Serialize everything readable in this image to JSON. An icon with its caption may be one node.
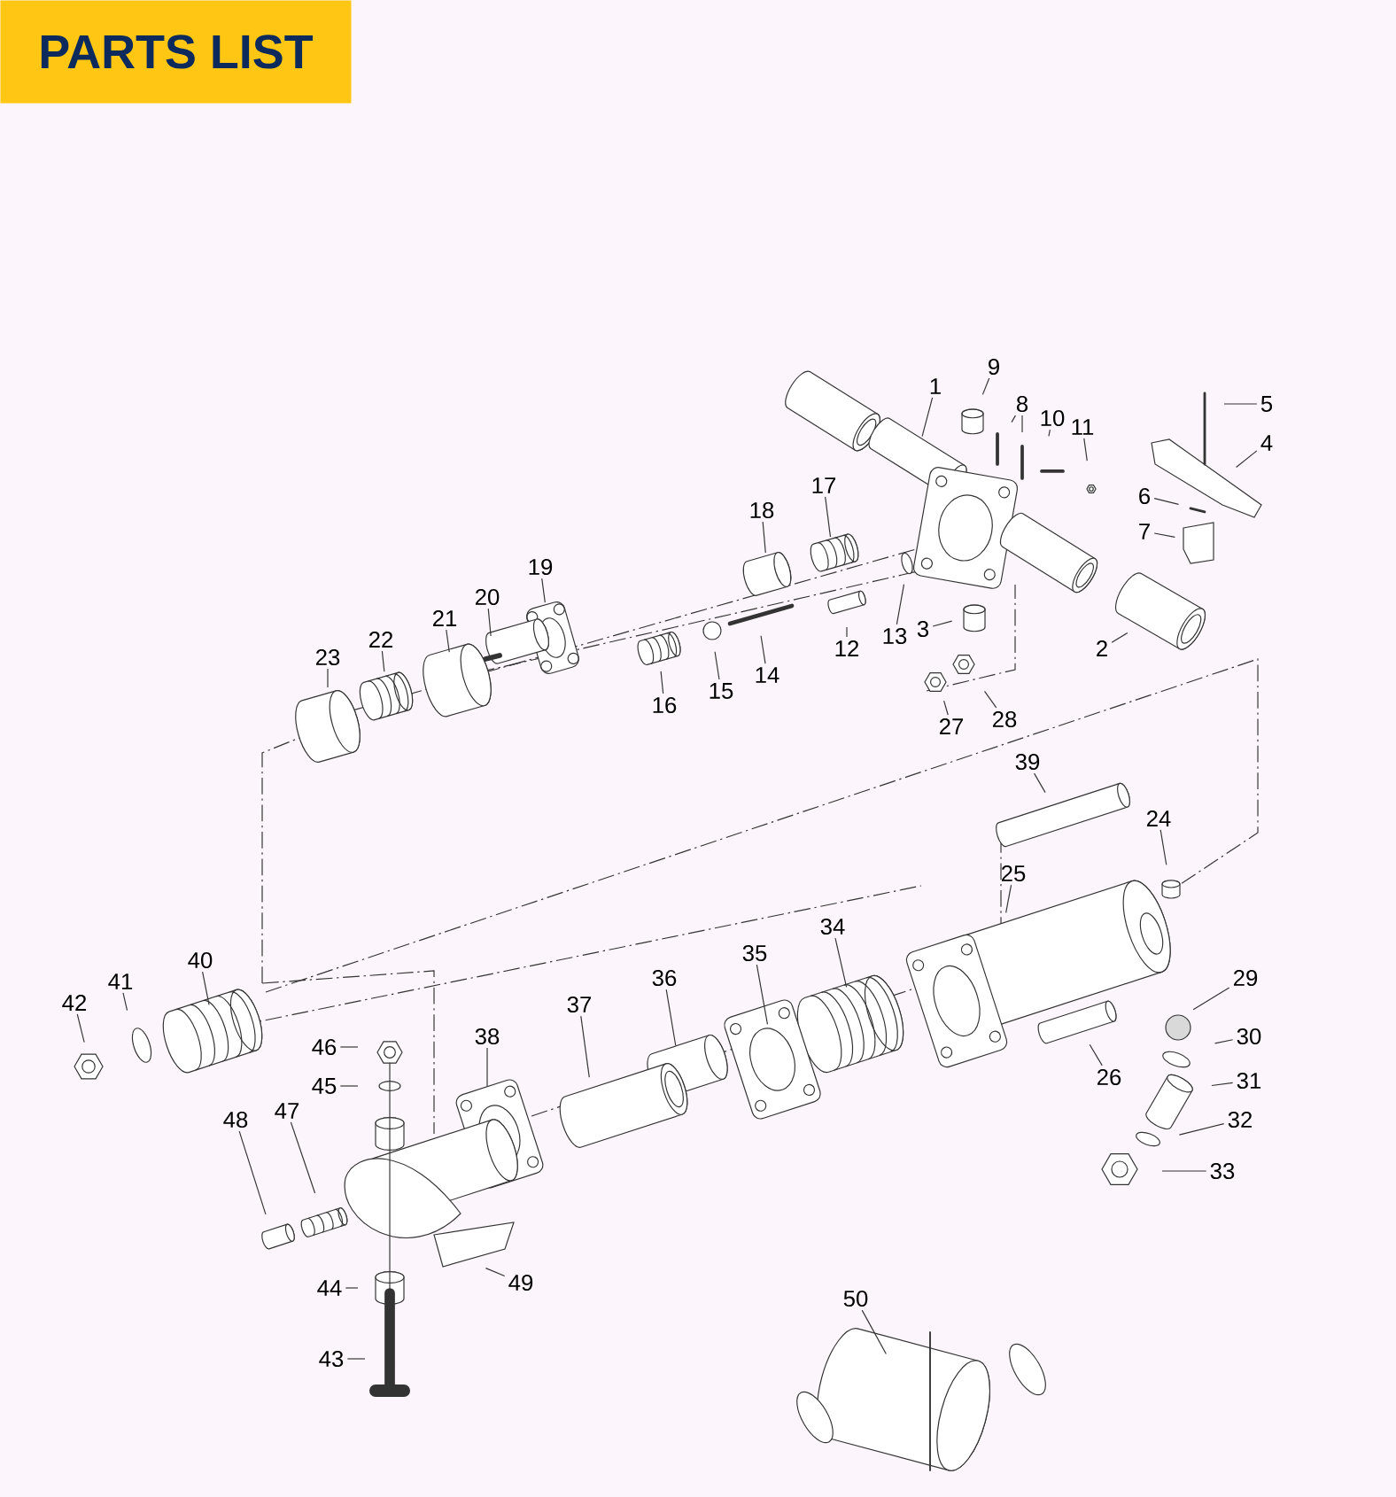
{
  "diagram": {
    "title": "PARTS LIST",
    "nodes": [
      {
        "text": [
          "1"
        ]
      },
      {
        "text": [
          "2"
        ]
      },
      {
        "text": [
          "3"
        ]
      },
      {
        "text": [
          "4"
        ]
      },
      {
        "text": [
          "5"
        ]
      },
      {
        "text": [
          "6"
        ]
      },
      {
        "text": [
          "7"
        ]
      },
      {
        "text": [
          "8"
        ]
      },
      {
        "text": [
          "9"
        ]
      },
      {
        "text": [
          "10"
        ]
      },
      {
        "text": [
          "11"
        ]
      },
      {
        "text": [
          "12"
        ]
      },
      {
        "text": [
          "13"
        ]
      },
      {
        "text": [
          "14"
        ]
      },
      {
        "text": [
          "15"
        ]
      },
      {
        "text": [
          "16"
        ]
      },
      {
        "text": [
          "17"
        ]
      },
      {
        "text": [
          "18"
        ]
      },
      {
        "text": [
          "19"
        ]
      },
      {
        "text": [
          "20"
        ]
      },
      {
        "text": [
          "21"
        ]
      },
      {
        "text": [
          "22"
        ]
      },
      {
        "text": [
          "23"
        ]
      },
      {
        "text": [
          "24"
        ]
      },
      {
        "text": [
          "25"
        ]
      },
      {
        "text": [
          "26"
        ]
      },
      {
        "text": [
          "27"
        ]
      },
      {
        "text": [
          "28"
        ]
      },
      {
        "text": [
          "29"
        ]
      },
      {
        "text": [
          "30"
        ]
      },
      {
        "text": [
          "31"
        ]
      },
      {
        "text": [
          "32"
        ]
      },
      {
        "text": [
          "33"
        ]
      },
      {
        "text": [
          "34"
        ]
      },
      {
        "text": [
          "35"
        ]
      },
      {
        "text": [
          "36"
        ]
      },
      {
        "text": [
          "37"
        ]
      },
      {
        "text": [
          "38"
        ]
      },
      {
        "text": [
          "39"
        ]
      },
      {
        "text": [
          "40"
        ]
      },
      {
        "text": [
          "41"
        ]
      },
      {
        "text": [
          "42"
        ]
      },
      {
        "text": [
          "43"
        ]
      },
      {
        "text": [
          "44"
        ]
      },
      {
        "text": [
          "45"
        ]
      },
      {
        "text": [
          "46"
        ]
      },
      {
        "text": [
          "47"
        ]
      },
      {
        "text": [
          "48"
        ]
      },
      {
        "text": [
          "49"
        ]
      },
      {
        "text": [
          "50"
        ]
      }
    ],
    "edges": [
      {
        "from": 0,
        "to": null,
        "arrow": "none"
      },
      {
        "from": 1,
        "to": null,
        "arrow": "none"
      },
      {
        "from": 2,
        "to": null,
        "arrow": "none"
      },
      {
        "from": 3,
        "to": null,
        "arrow": "none"
      },
      {
        "from": 4,
        "to": null,
        "arrow": "none"
      },
      {
        "from": 5,
        "to": null,
        "arrow": "none"
      },
      {
        "from": 6,
        "to": null,
        "arrow": "none"
      },
      {
        "from": 7,
        "to": null,
        "arrow": "none"
      },
      {
        "from": 7,
        "to": null,
        "arrow": "none"
      },
      {
        "from": 8,
        "to": null,
        "arrow": "none"
      },
      {
        "from": 9,
        "to": null,
        "arrow": "none"
      },
      {
        "from": 10,
        "to": null,
        "arrow": "none"
      },
      {
        "from": 11,
        "to": null,
        "arrow": "none"
      },
      {
        "from": 12,
        "to": null,
        "arrow": "none"
      },
      {
        "from": 13,
        "to": null,
        "arrow": "none"
      },
      {
        "from": 14,
        "to": null,
        "arrow": "none"
      },
      {
        "from": 15,
        "to": null,
        "arrow": "none"
      },
      {
        "from": 16,
        "to": null,
        "arrow": "none"
      },
      {
        "from": 17,
        "to": null,
        "arrow": "none"
      },
      {
        "from": 18,
        "to": null,
        "arrow": "none"
      },
      {
        "from": 19,
        "to": null,
        "arrow": "none"
      },
      {
        "from": 20,
        "to": null,
        "arrow": "none"
      },
      {
        "from": 21,
        "to": null,
        "arrow": "none"
      },
      {
        "from": 22,
        "to": null,
        "arrow": "none"
      },
      {
        "from": 23,
        "to": null,
        "arrow": "none"
      },
      {
        "from": 24,
        "to": null,
        "arrow": "none"
      },
      {
        "from": 25,
        "to": null,
        "arrow": "none"
      },
      {
        "from": 26,
        "to": null,
        "arrow": "none"
      },
      {
        "from": 27,
        "to": null,
        "arrow": "none"
      },
      {
        "from": 28,
        "to": null,
        "arrow": "none"
      },
      {
        "from": 29,
        "to": null,
        "arrow": "none"
      },
      {
        "from": 30,
        "to": null,
        "arrow": "none"
      },
      {
        "from": 31,
        "to": null,
        "arrow": "none"
      },
      {
        "from": 32,
        "to": null,
        "arrow": "none"
      },
      {
        "from": 33,
        "to": null,
        "arrow": "none"
      },
      {
        "from": 34,
        "to": null,
        "arrow": "none"
      },
      {
        "from": 35,
        "to": null,
        "arrow": "none"
      },
      {
        "from": 36,
        "to": null,
        "arrow": "none"
      },
      {
        "from": 37,
        "to": null,
        "arrow": "none"
      },
      {
        "from": 38,
        "to": null,
        "arrow": "none"
      },
      {
        "from": 39,
        "to": null,
        "arrow": "none"
      },
      {
        "from": 40,
        "to": null,
        "arrow": "none"
      },
      {
        "from": 41,
        "to": null,
        "arrow": "none"
      },
      {
        "from": 42,
        "to": null,
        "arrow": "none"
      },
      {
        "from": 43,
        "to": null,
        "arrow": "none"
      },
      {
        "from": 44,
        "to": null,
        "arrow": "none"
      },
      {
        "from": 45,
        "to": null,
        "arrow": "none"
      },
      {
        "from": 46,
        "to": null,
        "arrow": "none"
      },
      {
        "from": 47,
        "to": null,
        "arrow": "none"
      },
      {
        "from": 48,
        "to": null,
        "arrow": "none"
      },
      {
        "from": 49,
        "to": null,
        "arrow": "none"
      }
    ]
  }
}
